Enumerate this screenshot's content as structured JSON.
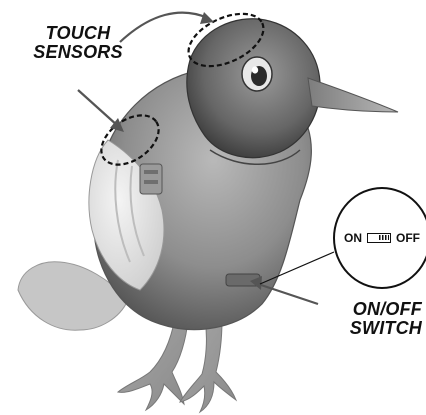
{
  "labels": {
    "touch_sensors": "TOUCH SENSORS",
    "onoff_switch": "ON/OFF SWITCH"
  },
  "callout": {
    "on": "ON",
    "off": "OFF",
    "icon": "toggle-switch-icon"
  }
}
